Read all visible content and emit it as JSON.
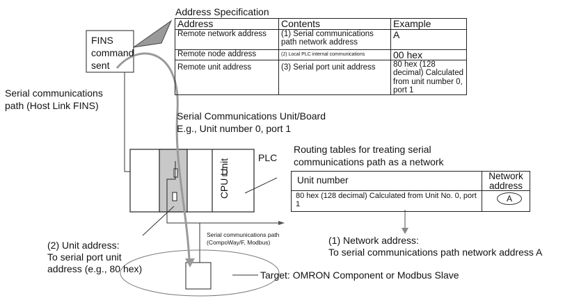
{
  "address_spec": {
    "title": "Address Specification",
    "headers": [
      "Address",
      "Contents",
      "Example"
    ],
    "rows": [
      {
        "address": "Remote network address",
        "contents": "(1) Serial communications path network address",
        "example": "A"
      },
      {
        "address": "Remote node address",
        "contents": "(2) Local PLC internal communications",
        "example": "00 hex"
      },
      {
        "address": "Remote unit address",
        "contents": "(3) Serial port unit address",
        "example": "80 hex (128 decimal) Calculated from unit number 0, port 1"
      }
    ]
  },
  "fins_box": {
    "line1": "FINS",
    "line2": "command",
    "line3": "sent"
  },
  "serial_path_label": {
    "line1": "Serial communications",
    "line2": "path (Host Link FINS)"
  },
  "unit_board_label": {
    "line1": "Serial Communications Unit/Board",
    "line2": "E.g., Unit number 0, port 1"
  },
  "plc_label": "PLC",
  "cpu_unit_label": "CPU Unit",
  "routing": {
    "caption_line1": "Routing tables for treating serial",
    "caption_line2": "communications path as a network",
    "headers": [
      "Unit number",
      "Network address"
    ],
    "row": {
      "unit": "80 hex (128 decimal) Calculated from Unit No. 0, port 1",
      "network": "A"
    }
  },
  "network_address_note": {
    "line1": "(1) Network address:",
    "line2": "To serial communications path network address A"
  },
  "unit_address_note": {
    "line1": "(2) Unit address:",
    "line2": "To serial port unit",
    "line3": "address (e.g., 80 hex)"
  },
  "serial_path_small": {
    "line1": "Serial communications path",
    "line2": "(CompoWay/F, Modbus)"
  },
  "target_label": "Target: OMRON Component or Modbus Slave"
}
